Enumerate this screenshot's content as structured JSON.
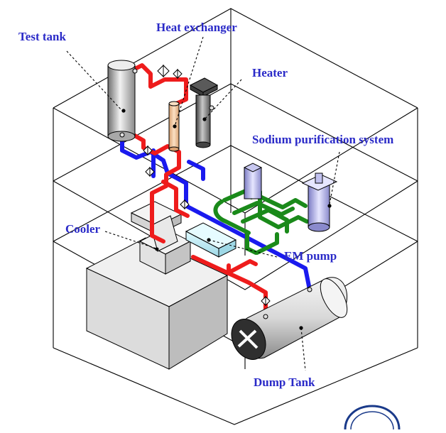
{
  "labels": {
    "test_tank": "Test tank",
    "heat_exchanger": "Heat exchanger",
    "heater": "Heater",
    "sodium_purification": "Sodium purification system",
    "cooler": "Cooler",
    "em_pump": "EM pump",
    "dump_tank": "Dump Tank"
  },
  "colors": {
    "label_text": "#2a2ac8",
    "hot_leg": "#ee1c1c",
    "cold_leg": "#1a1aee",
    "purification_loop": "#1a8a1a",
    "frame": "#000000",
    "heat_exchanger_body": "#f4c9a0",
    "purification_vessel": "#a8a8e6"
  }
}
